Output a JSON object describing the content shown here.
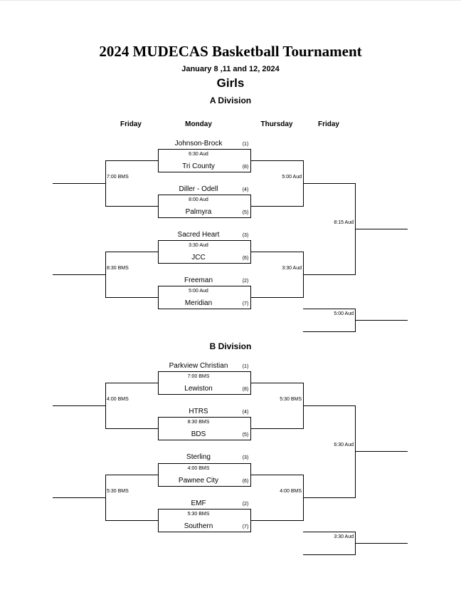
{
  "title": "2024 MUDECAS Basketball Tournament",
  "subtitle": "January 8 ,11 and 12, 2024",
  "gender": "Girls",
  "columns": [
    "Friday",
    "Monday",
    "Thursday",
    "Friday"
  ],
  "divisions": [
    {
      "name": "A Division",
      "monday_games": [
        {
          "top_team": "Johnson-Brock",
          "top_seed": "(1)",
          "time": "6:30 Aud",
          "bottom_team": "Tri County",
          "bottom_seed": "(8)"
        },
        {
          "top_team": "Diller - Odell",
          "top_seed": "(4)",
          "time": "8:00 Aud",
          "bottom_team": "Palmyra",
          "bottom_seed": "(5)"
        },
        {
          "top_team": "Sacred Heart",
          "top_seed": "(3)",
          "time": "3:30 Aud",
          "bottom_team": "JCC",
          "bottom_seed": "(6)"
        },
        {
          "top_team": "Freeman",
          "top_seed": "(2)",
          "time": "5:00 Aud",
          "bottom_team": "Meridian",
          "bottom_seed": "(7)"
        }
      ],
      "friday_consolation_times": [
        "7:00 BMS",
        "8:30 BMS"
      ],
      "thursday_times": [
        "5:00 Aud",
        "3:30 Aud"
      ],
      "final_time": "8:15 Aud",
      "third_place_time": "5:00 Aud"
    },
    {
      "name": "B Division",
      "monday_games": [
        {
          "top_team": "Parkview Christian",
          "top_seed": "(1)",
          "time": "7:00 BMS",
          "bottom_team": "Lewiston",
          "bottom_seed": "(8)"
        },
        {
          "top_team": "HTRS",
          "top_seed": "(4)",
          "time": "8:30 BMS",
          "bottom_team": "BDS",
          "bottom_seed": "(5)"
        },
        {
          "top_team": "Sterling",
          "top_seed": "(3)",
          "time": "4:00 BMS",
          "bottom_team": "Pawnee City",
          "bottom_seed": "(6)"
        },
        {
          "top_team": "EMF",
          "top_seed": "(2)",
          "time": "5:30 BMS",
          "bottom_team": "Southern",
          "bottom_seed": "(7)"
        }
      ],
      "friday_consolation_times": [
        "4:00 BMS",
        "5:30 BMS"
      ],
      "thursday_times": [
        "5:30 BMS",
        "4:00 BMS"
      ],
      "final_time": "6:30 Aud",
      "third_place_time": "3:30 Aud"
    }
  ]
}
